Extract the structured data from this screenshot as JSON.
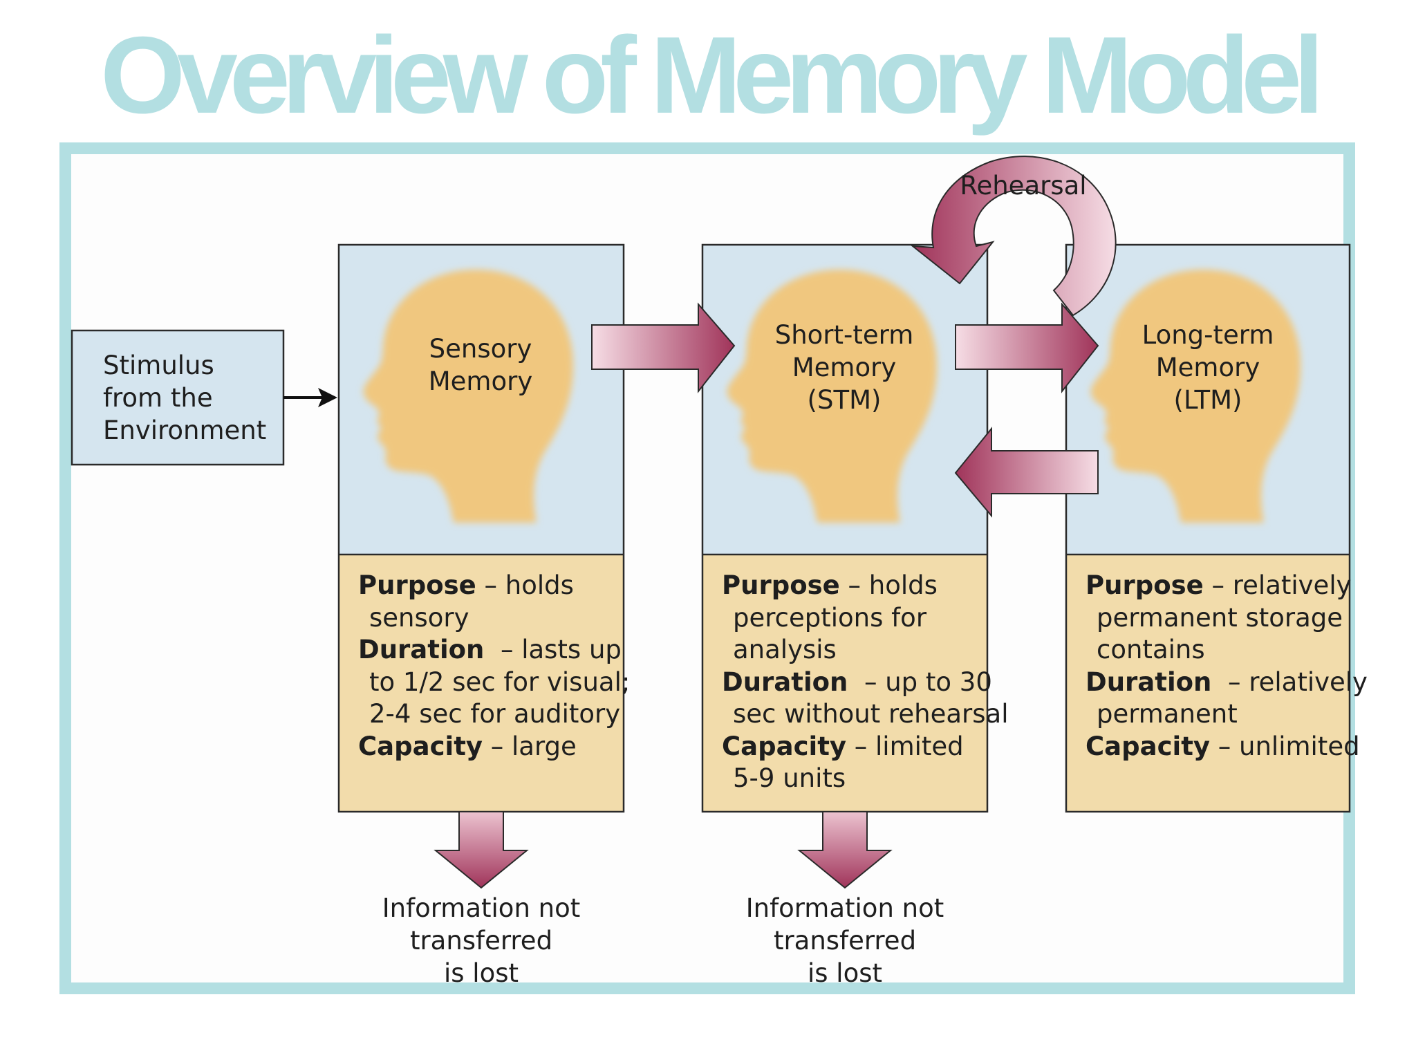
{
  "title": "Overview of Memory Model",
  "stimulus": {
    "lines": [
      "Stimulus",
      "from the",
      "Environment"
    ]
  },
  "stages": [
    {
      "name_lines": [
        "Sensory",
        "Memory"
      ],
      "details": {
        "purpose_label": "Purpose",
        "purpose_text": "– holds",
        "purpose_more": [
          "sensory"
        ],
        "duration_label": "Duration",
        "duration_text": "– lasts up",
        "duration_more": [
          "to 1/2 sec for visual;",
          "2-4 sec for auditory"
        ],
        "capacity_label": "Capacity",
        "capacity_text": "– large",
        "capacity_more": []
      },
      "loss_lines": [
        "Information not",
        "transferred",
        "is lost"
      ]
    },
    {
      "name_lines": [
        "Short-term",
        "Memory",
        "(STM)"
      ],
      "details": {
        "purpose_label": "Purpose",
        "purpose_text": "– holds",
        "purpose_more": [
          "perceptions for",
          "analysis"
        ],
        "duration_label": "Duration",
        "duration_text": "– up to 30",
        "duration_more": [
          "sec without rehearsal"
        ],
        "capacity_label": "Capacity",
        "capacity_text": "– limited",
        "capacity_more": [
          "5-9 units"
        ]
      },
      "loss_lines": [
        "Information not",
        "transferred",
        "is lost"
      ]
    },
    {
      "name_lines": [
        "Long-term",
        "Memory",
        "(LTM)"
      ],
      "details": {
        "purpose_label": "Purpose",
        "purpose_text": "– relatively",
        "purpose_more": [
          "permanent storage",
          "contains"
        ],
        "duration_label": "Duration",
        "duration_text": "– relatively",
        "duration_more": [
          "permanent"
        ],
        "capacity_label": "Capacity",
        "capacity_text": "– unlimited",
        "capacity_more": []
      }
    }
  ],
  "rehearsal_label": "Rehearsal",
  "colors": {
    "title": "#b3dfe2",
    "frame": "#b3dfe2",
    "panel_blue": "#d5e5ef",
    "panel_tan": "#f2dcab",
    "head": "#f0c77f",
    "arrow_dark": "#a0345a",
    "arrow_light": "#f6dde5",
    "stroke": "#2a2a2a"
  }
}
